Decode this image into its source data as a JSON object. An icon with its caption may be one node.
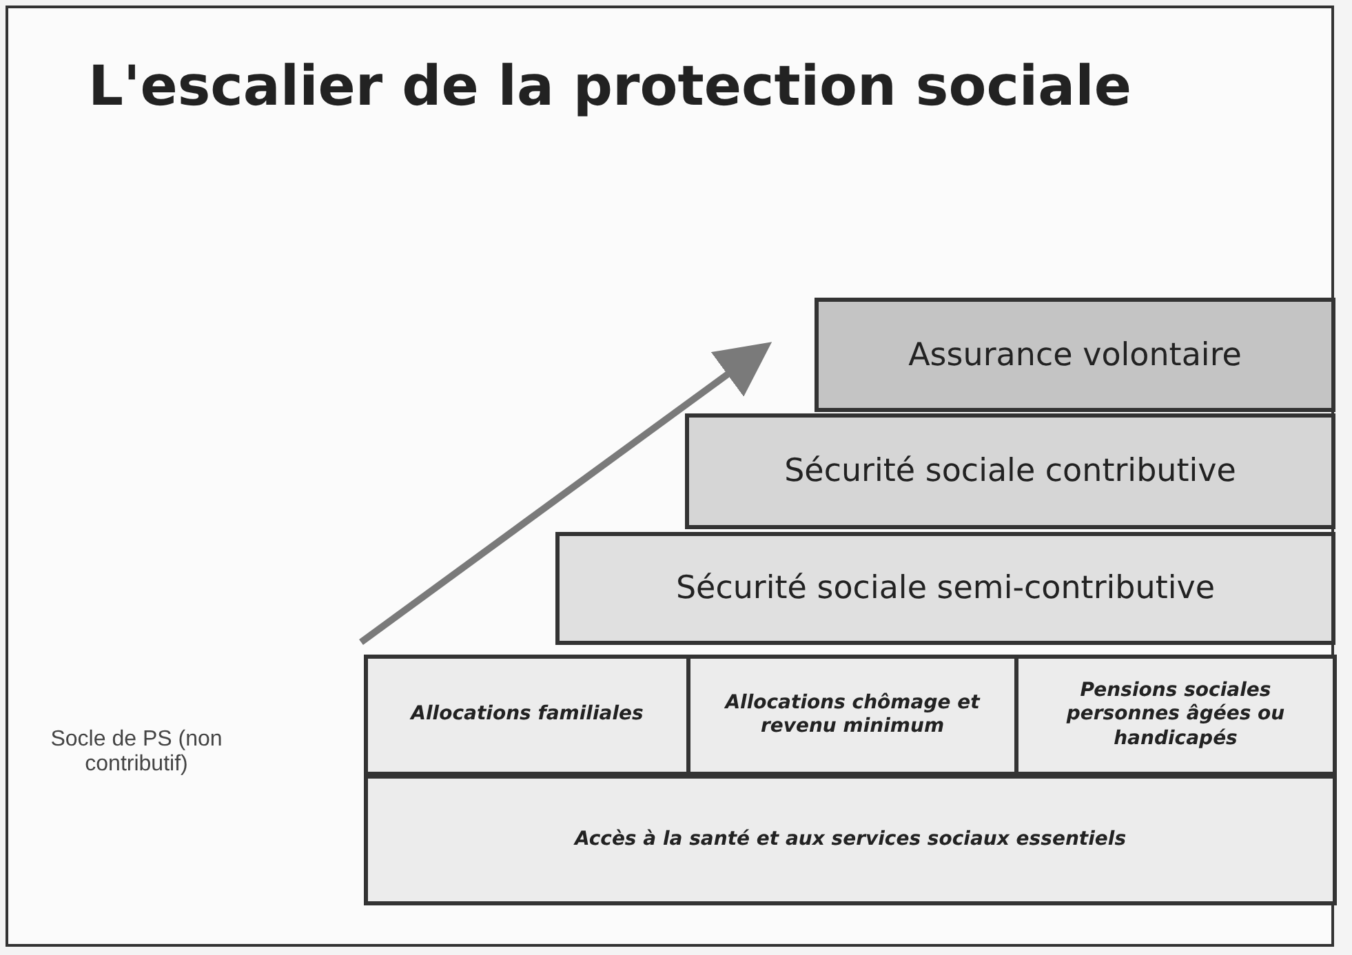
{
  "diagram": {
    "title": "L'escalier de la protection sociale",
    "nodes": [
      {
        "text": [
          "Assurance volontaire"
        ]
      },
      {
        "text": [
          "Sécurité sociale contributive"
        ]
      },
      {
        "text": [
          "Sécurité sociale semi-contributive"
        ]
      },
      {
        "text": [
          "Allocations familiales"
        ]
      },
      {
        "text": [
          "Allocations chômage et revenu minimum"
        ]
      },
      {
        "text": [
          "Pensions sociales personnes âgées ou handicapés"
        ]
      },
      {
        "text": [
          "Accès à la santé et aux services sociaux essentiels"
        ]
      }
    ],
    "labels": [
      "Socle de PS (non contributif)"
    ]
  }
}
